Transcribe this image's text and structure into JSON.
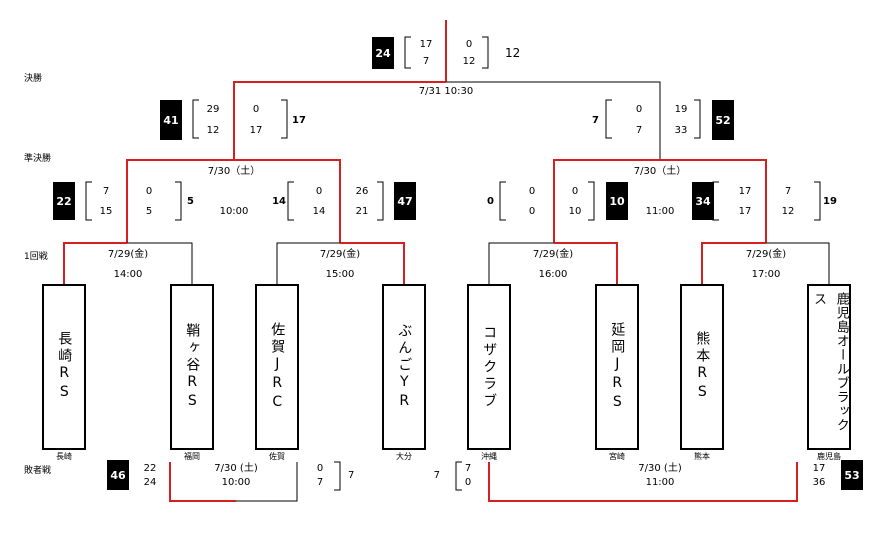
{
  "rows": {
    "final": "決勝",
    "semi": "準決勝",
    "first": "1回戦",
    "consolation": "敗者戦"
  },
  "teams": [
    {
      "name": "長崎RS",
      "pref": "長崎"
    },
    {
      "name": "鞘ヶ谷RS",
      "pref": "福岡"
    },
    {
      "name": "佐賀JRC",
      "pref": "佐賀"
    },
    {
      "name": "ぶんごYR",
      "pref": "大分"
    },
    {
      "name": "コザクラブ",
      "pref": "沖縄"
    },
    {
      "name": "延岡JRS",
      "pref": "宮崎"
    },
    {
      "name": "熊本RS",
      "pref": "熊本"
    },
    {
      "name": "鹿児島オールブラックス",
      "pref": "鹿児島"
    }
  ],
  "first_round": [
    {
      "date": "7/29(金)",
      "time": "14:00",
      "total_a": "22",
      "half_a": [
        "7",
        "15"
      ],
      "half_b": [
        "0",
        "5"
      ],
      "total_b": "5"
    },
    {
      "date": "7/29(金)",
      "time": "15:00",
      "total_a": "14",
      "half_a": [
        "0",
        "14"
      ],
      "half_b": [
        "26",
        "21"
      ],
      "total_b": "47"
    },
    {
      "date": "7/29(金)",
      "time": "16:00",
      "total_a": "0",
      "half_a": [
        "0",
        "0"
      ],
      "half_b": [
        "0",
        "10"
      ],
      "total_b": "10"
    },
    {
      "date": "7/29(金)",
      "time": "17:00",
      "total_a": "34",
      "half_a": [
        "17",
        "17"
      ],
      "half_b": [
        "7",
        "12"
      ],
      "total_b": "19"
    }
  ],
  "semi_finals": [
    {
      "date": "7/30（土）",
      "time": "10:00",
      "total_a": "41",
      "half_a": [
        "29",
        "12"
      ],
      "half_b": [
        "0",
        "17"
      ],
      "total_b": "17"
    },
    {
      "date": "7/30（土）",
      "time": "11:00",
      "total_a": "7",
      "half_a": [
        "0",
        "7"
      ],
      "half_b": [
        "19",
        "33"
      ],
      "total_b": "52"
    }
  ],
  "final": {
    "datetime": "7/31  10:30",
    "total_a": "24",
    "half_a": [
      "17",
      "7"
    ],
    "half_b": [
      "0",
      "12"
    ],
    "total_b": "12"
  },
  "consolation": [
    {
      "date": "7/30 (土)",
      "time": "10:00",
      "total_a": "46",
      "half_a": [
        "22",
        "24"
      ],
      "half_b": [
        "0",
        "7"
      ],
      "total_b": "7"
    },
    {
      "date": "7/30 (土)",
      "time": "11:00",
      "total_a": "7",
      "half_a": [
        "7",
        "0"
      ],
      "half_b": [
        "17",
        "36"
      ],
      "total_b": "53"
    }
  ],
  "colors": {
    "win_line": "#d42020",
    "line": "#000000",
    "box": "#000000"
  }
}
